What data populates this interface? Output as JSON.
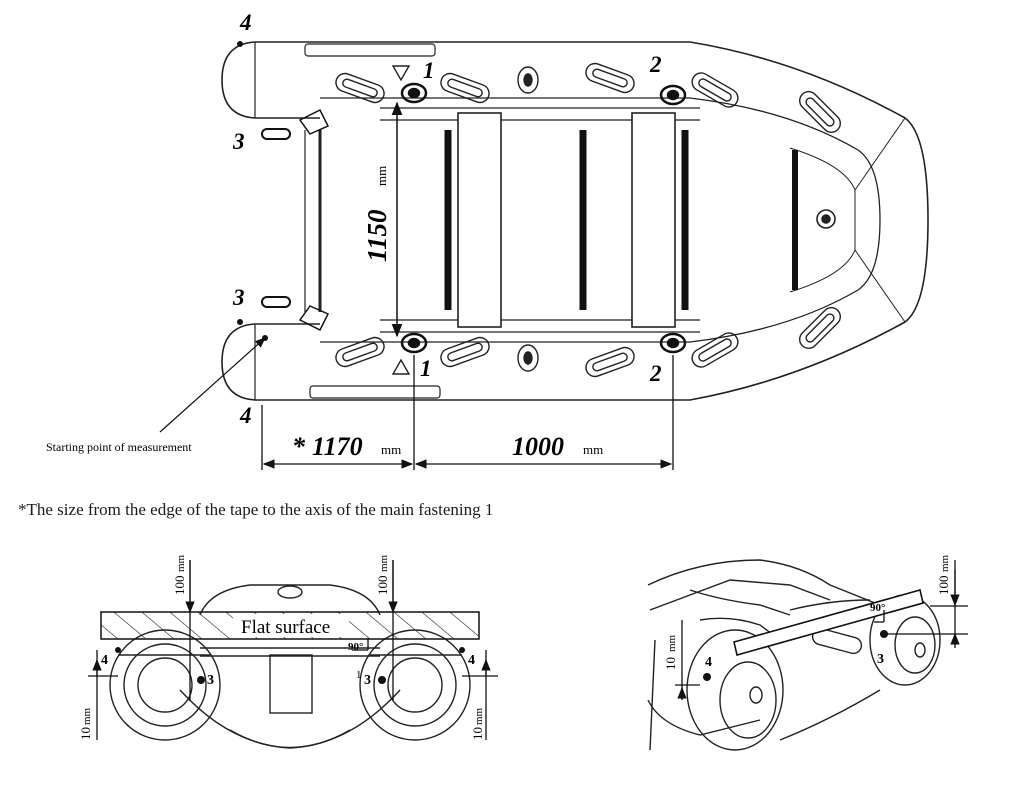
{
  "top_view": {
    "brand_text": "",
    "dim_width_value": "1150",
    "dim_width_unit": "mm",
    "dim_a_star": "*",
    "dim_a_value": "1170",
    "dim_a_unit": "mm",
    "dim_b_value": "1000",
    "dim_b_unit": "mm",
    "start_label": "Starting point of measurement",
    "callouts": [
      "1",
      "2",
      "3",
      "4"
    ]
  },
  "footnote": "*The size from the edge of the tape to the axis of the main fastening 1",
  "rear_view": {
    "surface_label": "Flat surface",
    "angle": "90°",
    "dim_100": "100",
    "dim_10": "10",
    "unit": "mm",
    "labels": [
      "1",
      "3",
      "4"
    ]
  },
  "iso_view": {
    "angle": "90°",
    "dim_100": "100",
    "dim_10": "10",
    "unit": "mm",
    "labels": [
      "3",
      "4"
    ]
  }
}
